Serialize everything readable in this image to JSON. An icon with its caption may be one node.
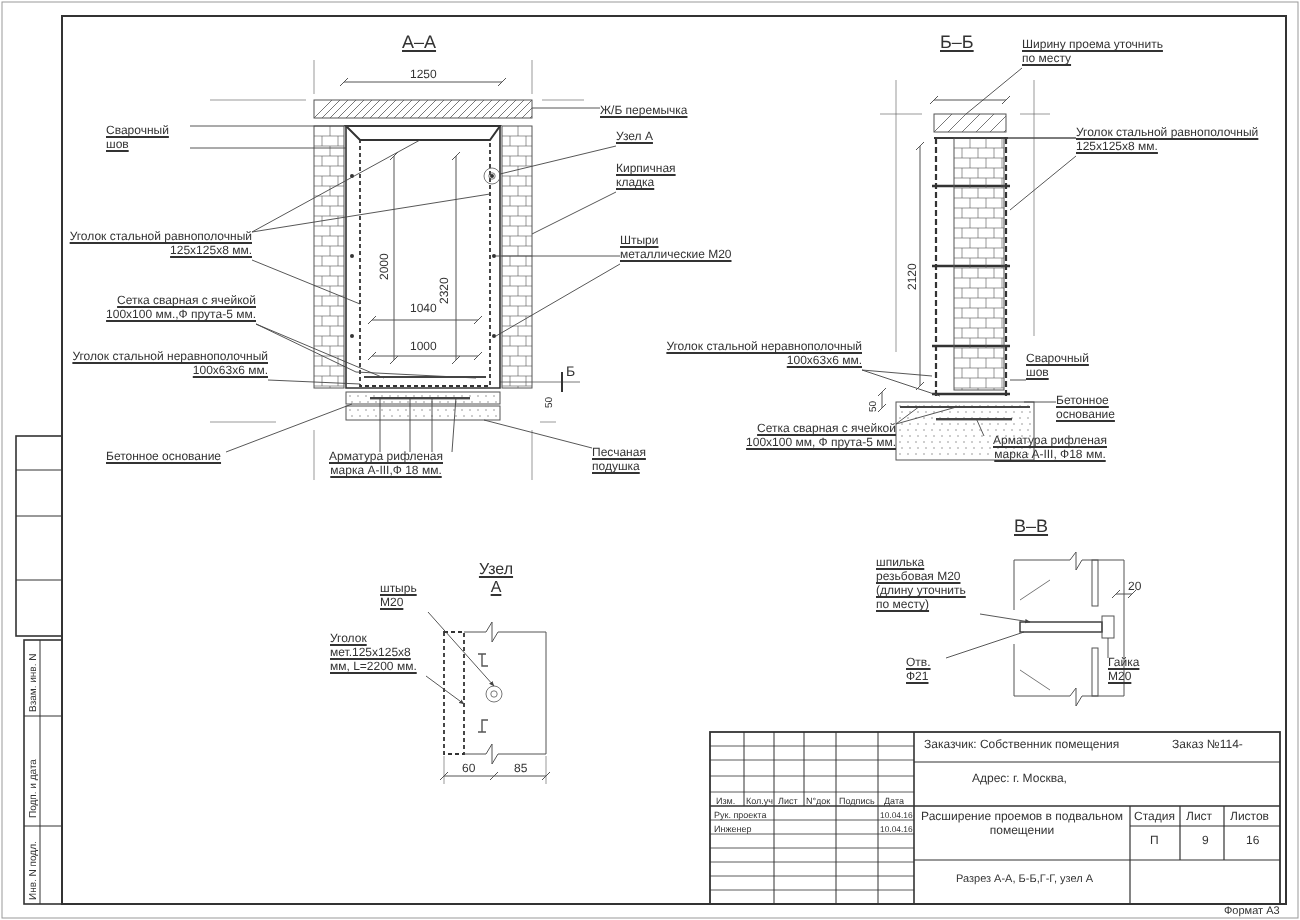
{
  "diagram": {
    "nodes": [
      {
        "text": [
          "Сварочный шов"
        ]
      },
      {
        "text": [
          "Ж/Б перемычка"
        ]
      },
      {
        "text": [
          "Узел А"
        ]
      },
      {
        "text": [
          "Кирпичная кладка"
        ]
      },
      {
        "text": [
          "Уголок стальной равнополочный 125х125х8 мм."
        ]
      },
      {
        "text": [
          "Штыри металлические М20"
        ]
      },
      {
        "text": [
          "Сетка сварная с ячейкой 100х100 мм.,Ф прута-5 мм."
        ]
      },
      {
        "text": [
          "Уголок стальной неравнополочный 100х63х6 мм."
        ]
      },
      {
        "text": [
          "Бетонное основание"
        ]
      },
      {
        "text": [
          "Арматура рифленая марка А-III,Ф 18 мм."
        ]
      },
      {
        "text": [
          "Песчаная подушка"
        ]
      },
      {
        "text": [
          "Ширину проема уточнить по месту"
        ]
      },
      {
        "text": [
          "Уголок стальной равнополочный 125х125х8 мм."
        ]
      },
      {
        "text": [
          "Уголок стальной неравнополочный 100х63х6 мм."
        ]
      },
      {
        "text": [
          "Сварочный шов"
        ]
      },
      {
        "text": [
          "Бетонное основание"
        ]
      },
      {
        "text": [
          "Сетка сварная с ячейкой 100х100 мм, Ф прута-5 мм."
        ]
      },
      {
        "text": [
          "Арматура рифленая марка А-III, Ф18 мм."
        ]
      },
      {
        "text": [
          "штырь М20"
        ]
      },
      {
        "text": [
          "Уголок мет.125х125х8 мм, L=2200 мм."
        ]
      },
      {
        "text": [
          "шпилька резьбовая М20 (длину уточнить по месту)"
        ]
      },
      {
        "text": [
          "Отв. Ф21"
        ]
      },
      {
        "text": [
          "Гайка М20"
        ]
      },
      {
        "text": [],
        "shape": "box"
      },
      {
        "text": [],
        "shape": "box"
      },
      {
        "text": [],
        "shape": "box"
      },
      {
        "text": [],
        "shape": "box"
      },
      {
        "text": [],
        "shape": "box",
        "in": 26
      },
      {
        "text": [],
        "shape": "circle",
        "in": 26
      },
      {
        "text": [],
        "shape": "circle",
        "in": 26
      },
      {
        "text": [],
        "shape": "circle",
        "in": 26
      },
      {
        "text": [],
        "shape": "circle",
        "in": 26
      },
      {
        "text": [],
        "shape": "circle",
        "in": 28
      },
      {
        "text": [],
        "shape": "circle",
        "in": 26
      },
      {
        "text": [],
        "shape": "circle",
        "in": 26
      },
      {
        "text": [],
        "shape": "bar",
        "in": 27
      },
      {
        "text": [],
        "shape": "box"
      },
      {
        "text": [],
        "shape": "bar",
        "in": 36
      },
      {
        "text": [],
        "shape": "box"
      },
      {
        "text": [],
        "shape": "box"
      },
      {
        "text": [],
        "shape": "box"
      },
      {
        "text": [],
        "shape": "box",
        "in": 40
      },
      {
        "text": [],
        "shape": "box"
      },
      {
        "text": [],
        "shape": "bar",
        "in": 42
      },
      {
        "text": [],
        "shape": "bar",
        "in": 42
      },
      {
        "text": [],
        "shape": "box"
      },
      {
        "text": [],
        "shape": "circle"
      },
      {
        "text": [],
        "shape": "bar"
      },
      {
        "text": [],
        "shape": "box"
      }
    ],
    "edges": [
      {
        "from": 0,
        "to": 26,
        "arrow": "none"
      },
      {
        "from": 0,
        "to": 26,
        "arrow": "none"
      },
      {
        "from": 1,
        "to": 23,
        "arrow": "none"
      },
      {
        "from": 2,
        "to": 28,
        "arrow": "none"
      },
      {
        "from": 3,
        "to": 25,
        "arrow": "none"
      },
      {
        "from": 4,
        "to": 27,
        "arrow": "none"
      },
      {
        "from": 4,
        "to": 27,
        "arrow": "none"
      },
      {
        "from": 4,
        "to": 27,
        "arrow": "none"
      },
      {
        "from": 5,
        "to": 33,
        "arrow": "none"
      },
      {
        "from": 5,
        "to": 34,
        "arrow": "none"
      },
      {
        "from": 6,
        "to": 35,
        "arrow": "none"
      },
      {
        "from": 6,
        "to": 35,
        "arrow": "none"
      },
      {
        "from": 7,
        "to": 27,
        "arrow": "none"
      },
      {
        "from": 8,
        "to": 36,
        "arrow": "none"
      },
      {
        "from": 9,
        "to": 37,
        "arrow": "none"
      },
      {
        "from": 9,
        "to": 37,
        "arrow": "none"
      },
      {
        "from": 9,
        "to": 37,
        "arrow": "none"
      },
      {
        "from": 9,
        "to": 37,
        "arrow": "none"
      },
      {
        "from": 10,
        "to": 38,
        "arrow": "none"
      },
      {
        "from": 11,
        "to": 39,
        "arrow": "none"
      },
      {
        "from": 12,
        "to": 40,
        "arrow": "none"
      },
      {
        "from": 12,
        "to": 40,
        "arrow": "none"
      },
      {
        "from": 12,
        "to": 40,
        "arrow": "none"
      },
      {
        "from": 13,
        "to": 40,
        "arrow": "none"
      },
      {
        "from": 13,
        "to": 40,
        "arrow": "none"
      },
      {
        "from": 14,
        "to": 40,
        "arrow": "none"
      },
      {
        "from": 15,
        "to": 42,
        "arrow": "none"
      },
      {
        "from": 16,
        "to": 43,
        "arrow": "none"
      },
      {
        "from": 16,
        "to": 43,
        "arrow": "none"
      },
      {
        "from": 17,
        "to": 44,
        "arrow": "none"
      },
      {
        "from": 18,
        "to": 46,
        "arrow": "to"
      },
      {
        "from": 19,
        "to": 45,
        "arrow": "to"
      },
      {
        "from": 20,
        "to": 47,
        "arrow": "to"
      },
      {
        "from": 21,
        "to": 47,
        "arrow": "none"
      },
      {
        "from": 22,
        "to": 48,
        "arrow": "none"
      }
    ],
    "labels": [
      "А–А",
      "1250",
      "2000",
      "2320",
      "1040",
      "1000",
      "Б",
      "50",
      "Б–Б",
      "2120",
      "50",
      "Узел А",
      "60",
      "85",
      "В–В",
      "20",
      "Изм.",
      "Кол.уч",
      "Лист",
      "N°док",
      "Подпись",
      "Дата",
      "Рук. проекта",
      "10.04.16",
      "Инженер",
      "10.04.16",
      "Заказчик: Собственник помещения",
      "Заказ №114-",
      "Адрес: г. Москва,",
      "Расширение проемов в подвальном помещении",
      "Стадия",
      "Лист",
      "Листов",
      "П",
      "9",
      "16",
      "Разрез А-А, Б-Б,Г-Г, узел А",
      "Формат А3",
      "Взам. инв. N",
      "Подп. и дата",
      "Инв. N подл."
    ]
  }
}
